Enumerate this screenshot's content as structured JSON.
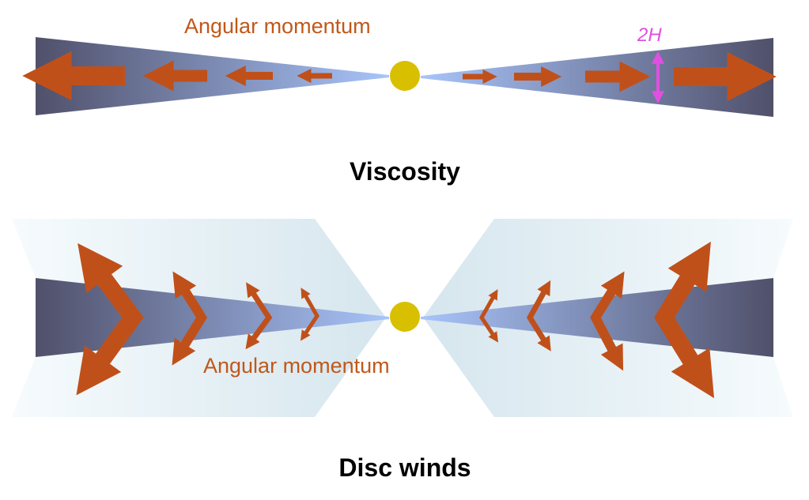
{
  "colors": {
    "arrow": "#c0501a",
    "star": "#d8c000",
    "height_marker": "#e050e0",
    "disc_outer": "#50506a",
    "disc_inner": "#a4bff5"
  },
  "viscosity_panel": {
    "arrow_label": "Angular momentum",
    "height_label": "2H",
    "title": "Viscosity"
  },
  "winds_panel": {
    "arrow_label": "Angular momentum",
    "title": "Disc winds"
  }
}
